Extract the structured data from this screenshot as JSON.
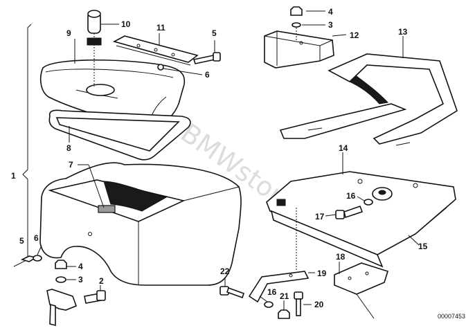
{
  "diagram": {
    "callouts": {
      "c1": "1",
      "c2": "2",
      "c3a": "3",
      "c3b": "3",
      "c4a": "4",
      "c4b": "4",
      "c5a": "5",
      "c5b": "5",
      "c6a": "6",
      "c6b": "6",
      "c7": "7",
      "c8": "8",
      "c9": "9",
      "c10": "10",
      "c11": "11",
      "c12": "12",
      "c13": "13",
      "c14": "14",
      "c15": "15",
      "c16a": "16",
      "c16b": "16",
      "c17": "17",
      "c18": "18",
      "c19": "19",
      "c20": "20",
      "c21": "21",
      "c22": "22"
    },
    "image_code": "00007453",
    "watermark": "www.BMWstore.pl"
  }
}
